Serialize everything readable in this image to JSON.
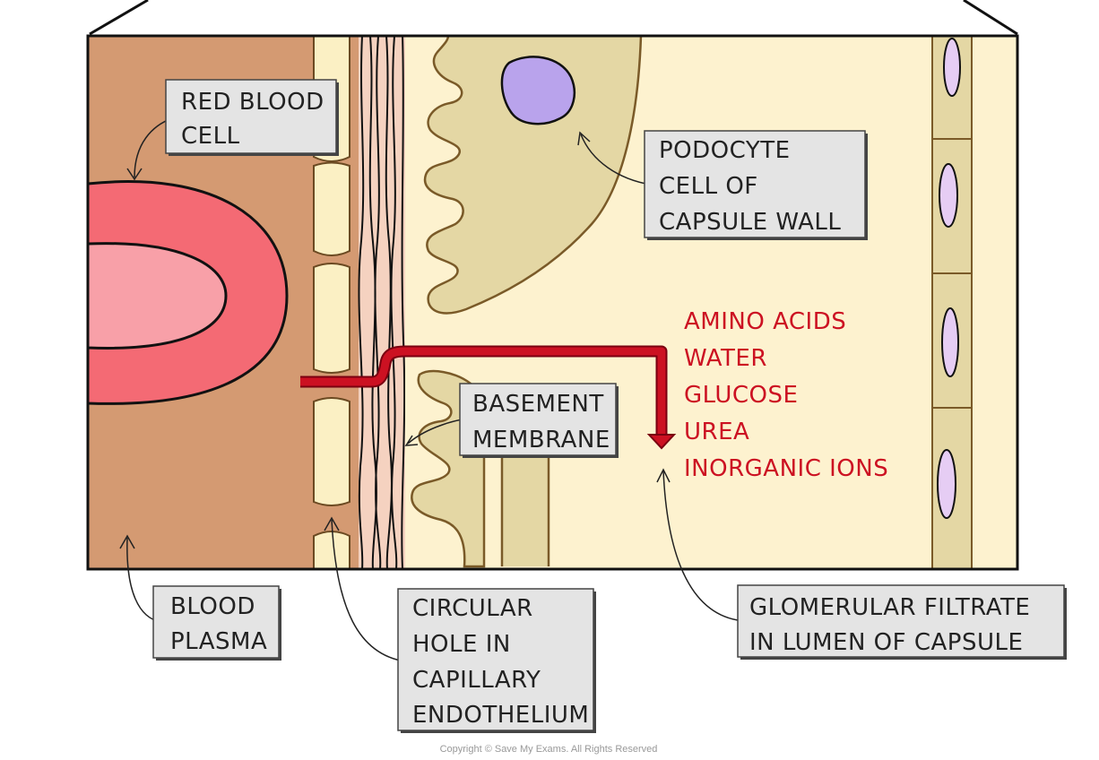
{
  "labels": {
    "red_blood_cell": [
      "RED BLOOD",
      "CELL"
    ],
    "podocyte": [
      "PODOCYTE",
      "CELL OF",
      "CAPSULE WALL"
    ],
    "basement_membrane": [
      "BASEMENT",
      "MEMBRANE"
    ],
    "blood_plasma": [
      "BLOOD",
      "PLASMA"
    ],
    "circular_hole": [
      "CIRCULAR",
      "HOLE IN",
      "CAPILLARY",
      "ENDOTHELIUM"
    ],
    "glomerular_filtrate": [
      "GLOMERULAR FILTRATE",
      "IN LUMEN OF CAPSULE"
    ]
  },
  "filtrate_substances": [
    "AMINO ACIDS",
    "WATER",
    "GLUCOSE",
    "UREA",
    "INORGANIC IONS"
  ],
  "copyright": "Copyright © Save My Exams. All Rights Reserved",
  "colors": {
    "blood_plasma": "#d49a72",
    "rbc_outer": "#f46a74",
    "rbc_inner": "#f8a0a8",
    "endothelium": "#fbf0c4",
    "membrane": "#f5d2c0",
    "capsule_lumen": "#fdf2cf",
    "podocyte": "#e4d7a4",
    "podocyte_nucleus": "#b9a3ec",
    "capsule_wall_nucleus": "#e6cdf4",
    "arrow_red": "#cc1122",
    "label_box": "#e4e4e4"
  }
}
